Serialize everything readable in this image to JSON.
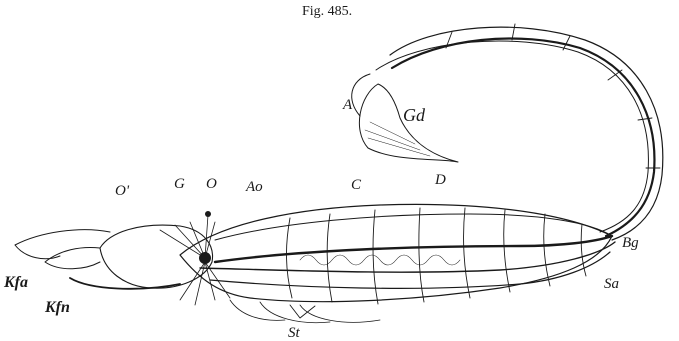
{
  "caption": "Fig. 485.",
  "labels": {
    "A": "A",
    "Gd": "Gd",
    "G": "G",
    "O": "O",
    "O_prime": "O'",
    "Ao": "Ao",
    "C": "C",
    "D": "D",
    "Bg": "Bg",
    "Sa": "Sa",
    "Kfa": "Kfa",
    "Kfn": "Kfn",
    "St": "St"
  },
  "colors": {
    "ink": "#1a1a1a",
    "paper": "#ffffff",
    "wash": "#d9d9d9"
  }
}
